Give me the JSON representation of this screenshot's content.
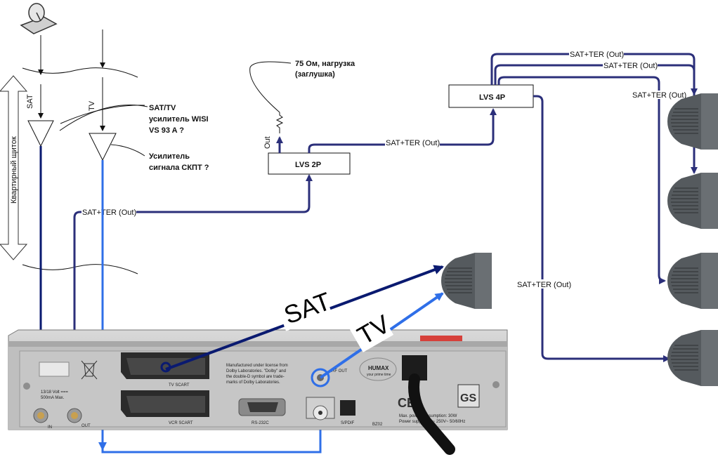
{
  "labels": {
    "sat_vertical": "SAT",
    "tv_vertical": "TV",
    "shield_vertical": "Квартирный щиток",
    "amp_wisi_1": "SAT/TV",
    "amp_wisi_2": "усилитель WISI",
    "amp_wisi_3": "VS 93 A ?",
    "amp_skpt_1": "Усилитель",
    "amp_skpt_2": "сигнала СКПТ ?",
    "load_1": "75 Ом, нагрузка",
    "load_2": "(заглушка)",
    "out": "Out",
    "lvs2p": "LVS 2P",
    "lvs4p": "LVS 4P",
    "sat_ter_left": "SAT+TER (Out)",
    "sat_ter_mid": "SAT+TER (Out)",
    "sat_ter_top1": "SAT+TER (Out)",
    "sat_ter_top2": "SAT+TER (Out)",
    "sat_ter_top3": "SAT+TER (Out)",
    "sat_ter_vertical": "SAT+TER (Out)",
    "big_sat": "SAT",
    "big_tv": "TV"
  },
  "receiver": {
    "tv_scart": "TV SCART",
    "vcr_scart": "VCR SCART",
    "rs232": "RS-232C",
    "rf_out": "RF OUT",
    "spdif": "S/PDIF",
    "manufactured": "Manufactured under license from",
    "dolby1": "Dolby Laboratories. \"Dolby\" and",
    "dolby2": "the double-D symbol are trade-",
    "dolby3": "marks of Dolby Laboratories.",
    "brand": "HUMAX",
    "brand_sub": "your prime time",
    "lnb_in": "IN",
    "lnb_out": "OUT",
    "lnb_power_1": "13/18 Volt ===",
    "lnb_power_2": "500mA Max.",
    "power_1": "Max. power consumption: 30W",
    "power_2": "Power supply: 90 ~ 250V~ 50/60Hz",
    "model": "BZ02",
    "gs": "GS",
    "ce": "CE"
  },
  "colors": {
    "navy": "#2b2f7a",
    "dark_blue": "#0a1a70",
    "bright_blue": "#2f6fe8",
    "tv_gray": "#555a5e"
  }
}
